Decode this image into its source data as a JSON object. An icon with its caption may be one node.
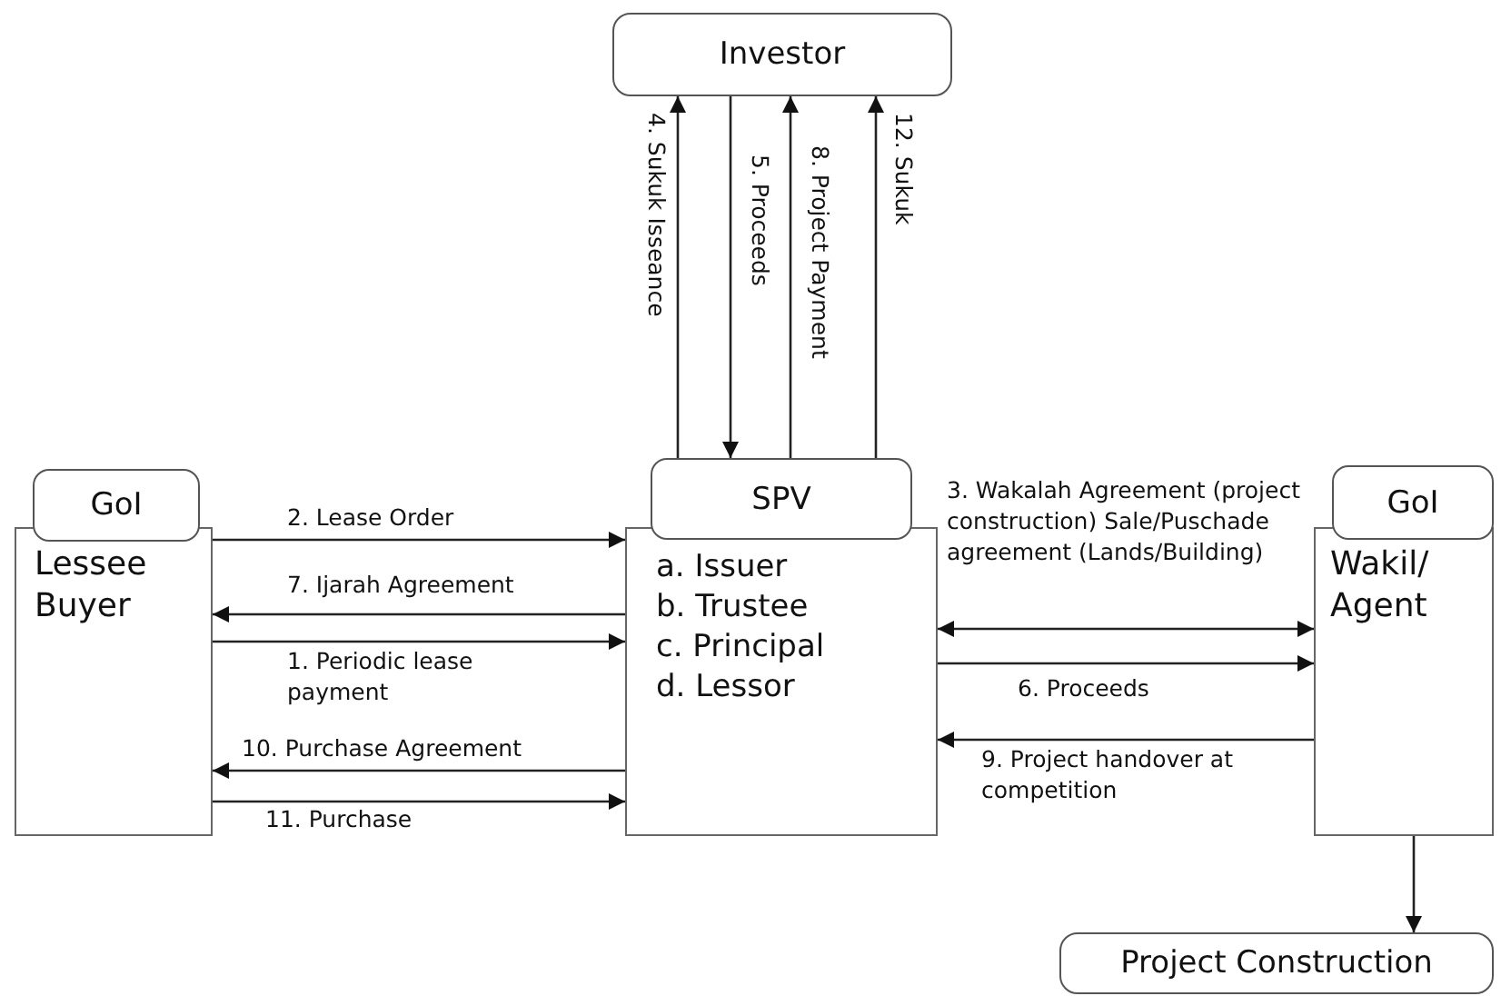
{
  "diagram": {
    "nodes": [
      {
        "text": [
          "Investor"
        ]
      },
      {
        "text": [
          "GoI",
          "Lessee Buyer"
        ]
      },
      {
        "text": [
          "SPV",
          "a. Issuer",
          "b. Trustee",
          "c. Principal",
          "d. Lessor"
        ]
      },
      {
        "text": [
          "GoI",
          "Wakil/ Agent"
        ]
      },
      {
        "text": [
          "Project Construction"
        ]
      }
    ],
    "edges": [
      {
        "from": 2,
        "to": 0,
        "arrow": "to",
        "label": "4. Sukuk Isseance"
      },
      {
        "from": 0,
        "to": 2,
        "arrow": "to",
        "label": "5. Proceeds"
      },
      {
        "from": 2,
        "to": 0,
        "arrow": "to",
        "label": "8. Project Payment"
      },
      {
        "from": 2,
        "to": 0,
        "arrow": "to",
        "label": "12. Sukuk"
      },
      {
        "from": 1,
        "to": 2,
        "arrow": "to",
        "label": "2. Lease Order"
      },
      {
        "from": 2,
        "to": 1,
        "arrow": "to",
        "label": "7. Ijarah Agreement"
      },
      {
        "from": 1,
        "to": 2,
        "arrow": "to",
        "label": "1. Periodic lease payment"
      },
      {
        "from": 2,
        "to": 1,
        "arrow": "to",
        "label": "10. Purchase Agreement"
      },
      {
        "from": 1,
        "to": 2,
        "arrow": "to",
        "label": "11. Purchase"
      },
      {
        "from": 2,
        "to": 3,
        "arrow": "both",
        "label": "3. Wakalah Agreement (project construction) Sale/Puschade agreement (Lands/Building)"
      },
      {
        "from": 2,
        "to": 3,
        "arrow": "to",
        "label": "6. Proceeds"
      },
      {
        "from": 3,
        "to": 2,
        "arrow": "to",
        "label": "9. Project handover at competition"
      },
      {
        "from": 3,
        "to": 4,
        "arrow": "to"
      }
    ]
  }
}
